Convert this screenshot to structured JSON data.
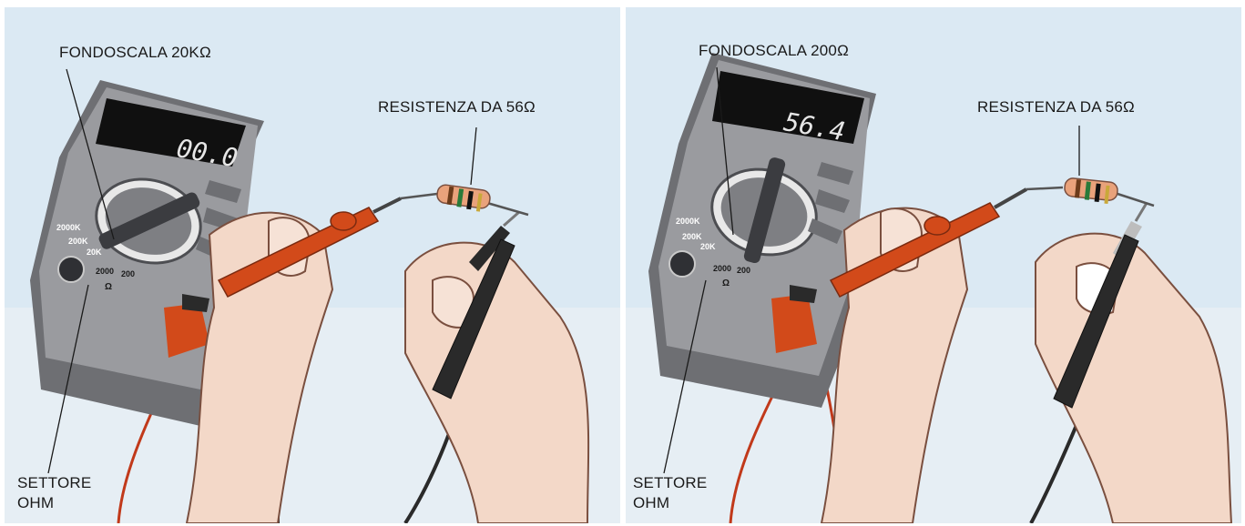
{
  "panels": [
    {
      "range_label": "FONDOSCALA 20KΩ",
      "resistor_label": "RESISTENZA DA 56Ω",
      "sector_label_line1": "SETTORE",
      "sector_label_line2": "OHM",
      "display_reading": "00.0",
      "dial": {
        "scale_2000k": "2000K",
        "scale_200k": "200K",
        "scale_20k": "20K",
        "scale_2000": "2000",
        "scale_200": "200",
        "ohm_symbol": "Ω"
      }
    },
    {
      "range_label": "FONDOSCALA 200Ω",
      "resistor_label": "RESISTENZA DA 56Ω",
      "sector_label_line1": "SETTORE",
      "sector_label_line2": "OHM",
      "display_reading": "56.4",
      "dial": {
        "scale_2000k": "2000K",
        "scale_200k": "200K",
        "scale_20k": "20K",
        "scale_2000": "2000",
        "scale_200": "200",
        "ohm_symbol": "Ω"
      }
    }
  ],
  "colors": {
    "sky": "#dbe9f3",
    "meter_body": "#8e8f93",
    "meter_dark": "#4d4e52",
    "lcd_bg": "#101010",
    "lcd_text": "#e6e6e6",
    "probe_red": "#d24a1a",
    "probe_black": "#2a2a2a",
    "skin": "#f3d8c8",
    "skin_shadow": "#d9a58e",
    "resistor": "#e9a27b"
  }
}
